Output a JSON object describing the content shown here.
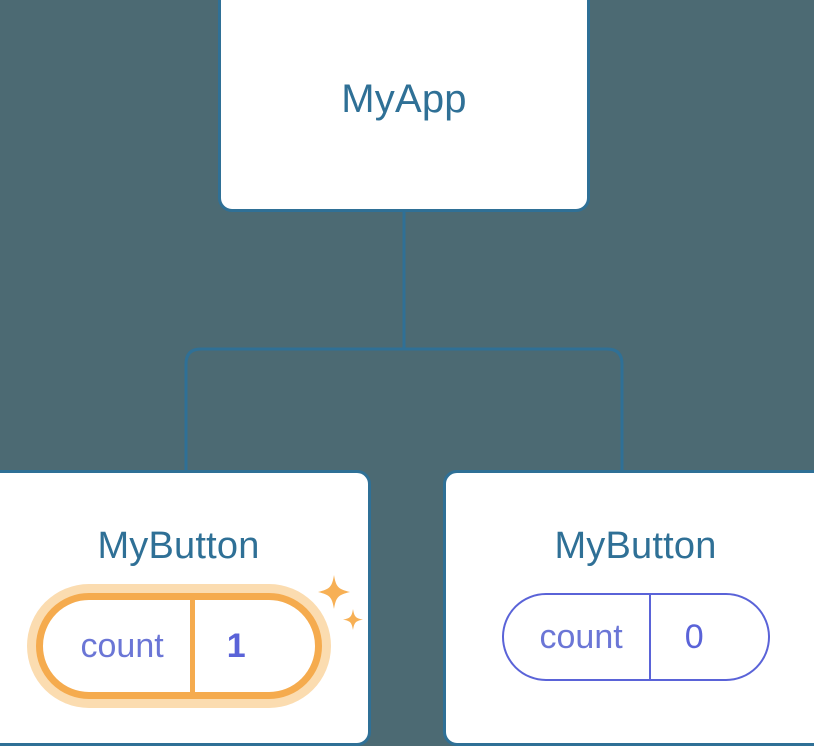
{
  "diagram": {
    "type": "component-tree",
    "background_color": "#4c6a73",
    "node_border_color": "#2f7096",
    "node_title_color": "#2f7096",
    "connector_color": "#2f7096",
    "highlight_color": "#f5ab4e",
    "highlight_glow_color": "#fbdcb0",
    "state_color": "#5a63d8",
    "nodes": [
      {
        "id": "root",
        "title": "MyApp"
      },
      {
        "id": "child-left",
        "title": "MyButton",
        "state": {
          "key": "count",
          "value": "1",
          "highlighted": true
        }
      },
      {
        "id": "child-right",
        "title": "MyButton",
        "state": {
          "key": "count",
          "value": "0",
          "highlighted": false
        }
      }
    ],
    "icons": {
      "sparkle_large": "sparkle-icon",
      "sparkle_small": "sparkle-icon"
    }
  }
}
